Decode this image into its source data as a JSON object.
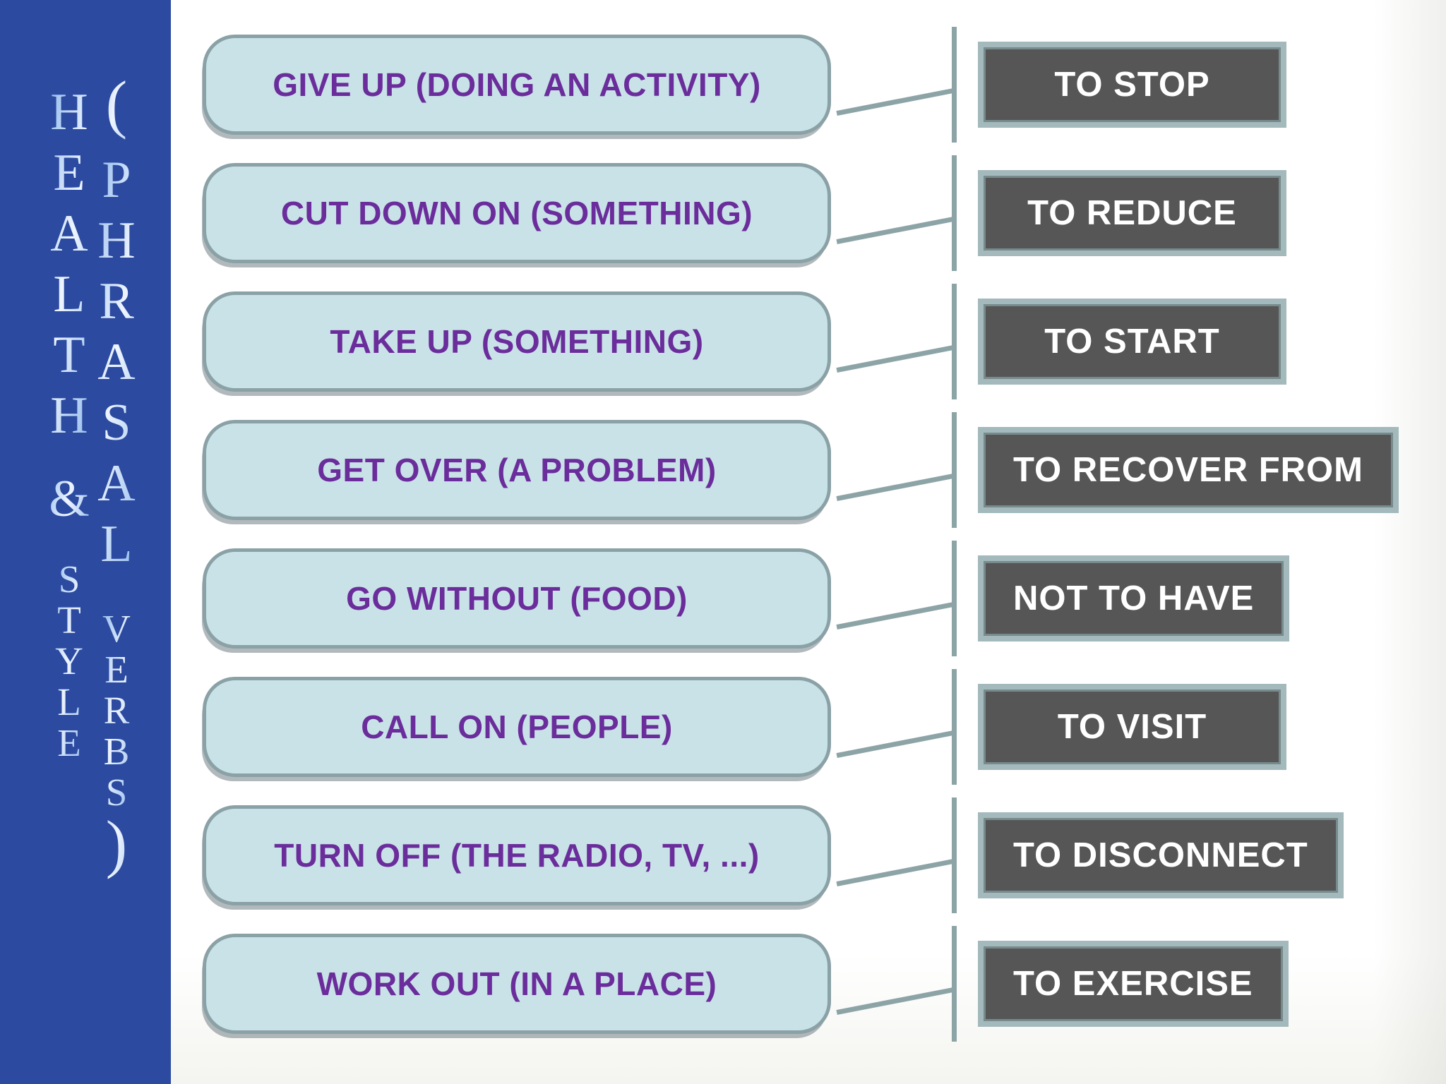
{
  "sidebar": {
    "word1": "HEALTH",
    "ampersand": "&",
    "word2": "STYLE",
    "paren_open": "(",
    "word3": "PHRASAL",
    "word4": "VERBS",
    "paren_close": ")"
  },
  "pairs": [
    {
      "phrase": "GIVE UP (DOING AN ACTIVITY)",
      "definition": "TO STOP"
    },
    {
      "phrase": "CUT DOWN ON (SOMETHING)",
      "definition": "TO REDUCE"
    },
    {
      "phrase": "TAKE UP (SOMETHING)",
      "definition": "TO START"
    },
    {
      "phrase": "GET OVER (A PROBLEM)",
      "definition": "TO RECOVER FROM"
    },
    {
      "phrase": "GO WITHOUT (FOOD)",
      "definition": "NOT TO HAVE"
    },
    {
      "phrase": "CALL ON (PEOPLE)",
      "definition": "TO VISIT"
    },
    {
      "phrase": "TURN OFF (THE RADIO, TV, ...)",
      "definition": "TO DISCONNECT"
    },
    {
      "phrase": "WORK OUT (IN A PLACE)",
      "definition": "TO EXERCISE"
    }
  ],
  "colors": {
    "sidebar_bg": "#2c4ba0",
    "sidebar_letters": "#bed8f6",
    "page_bg": "#fefefd",
    "phrase_bg": "#c9e2e8",
    "phrase_border": "#8aa1a6",
    "phrase_text": "#6b2d9b",
    "def_bg": "#565656",
    "def_border": "#a3b9bc",
    "def_text": "#ffffff",
    "connector": "#8da4a7"
  }
}
